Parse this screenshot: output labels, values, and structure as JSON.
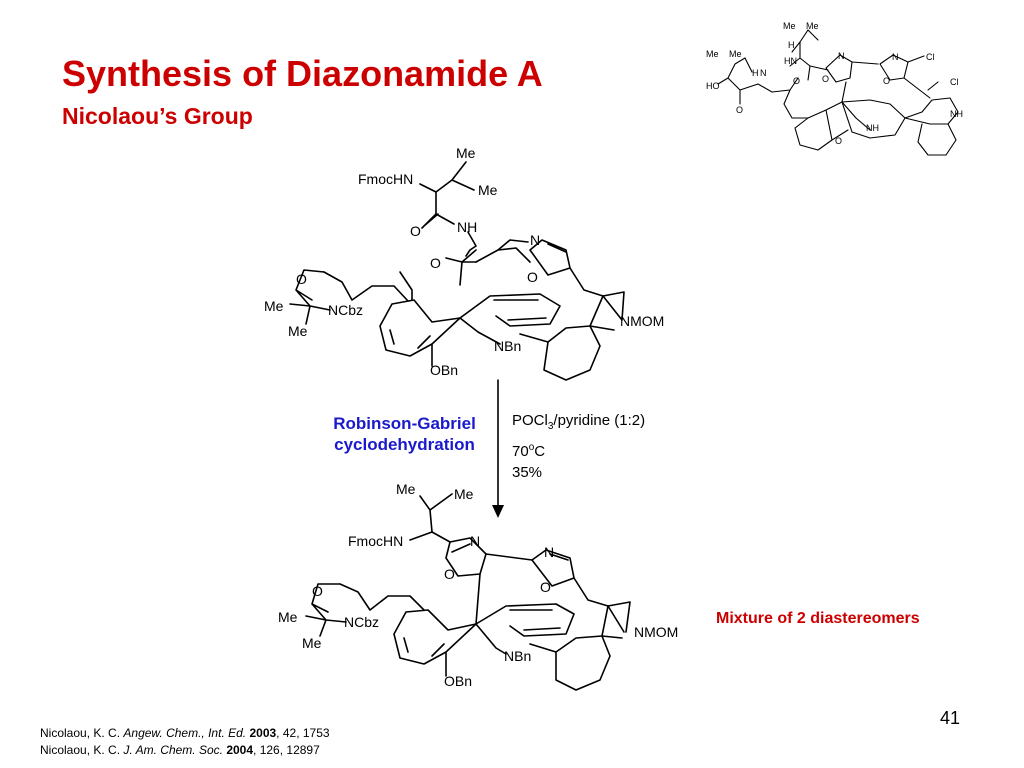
{
  "slide": {
    "title": "Synthesis of Diazonamide A",
    "subtitle": "Nicolaou’s Group",
    "page_number": "41"
  },
  "reaction": {
    "name_line1": "Robinson-Gabriel",
    "name_line2": "cyclodehydration",
    "reagent_prefix": "POCl",
    "reagent_sub": "3",
    "reagent_suffix": "/pyridine (1:2)",
    "temp_value": "70",
    "temp_sup": "o",
    "temp_unit": "C",
    "yield": "35%"
  },
  "note": "Mixture of 2 diastereomers",
  "references": [
    {
      "authors": "Nicolaou, K. C.",
      "journal": "Angew. Chem., Int. Ed.",
      "year": "2003",
      "details": ", 42, 1753"
    },
    {
      "authors": "Nicolaou, K. C.",
      "journal": "J. Am. Chem. Soc.",
      "year": "2004",
      "details": ", 126, 12897"
    }
  ],
  "structures": {
    "start": {
      "fmochn": "FmocHN",
      "me_top": "Me",
      "me_right": "Me",
      "o_amide": "O",
      "nh": "NH",
      "o_ketone": "O",
      "n_oxazole": "N",
      "o_oxazole": "O",
      "o_ring": "O",
      "me_a": "Me",
      "me_b": "Me",
      "ncbz": "NCbz",
      "nbn": "NBn",
      "obn": "OBn",
      "nmom": "NMOM"
    },
    "product": {
      "fmochn": "FmocHN",
      "me_left": "Me",
      "me_right": "Me",
      "n_ox1": "N",
      "o_ox1": "O",
      "n_ox2": "N",
      "o_ox2": "O",
      "o_ring": "O",
      "me_a": "Me",
      "me_b": "Me",
      "ncbz": "NCbz",
      "nbn": "NBn",
      "obn": "OBn",
      "nmom": "NMOM"
    },
    "target": {
      "me1": "Me",
      "me2": "Me",
      "me3": "Me",
      "me4": "Me",
      "h": "H",
      "hn": "HN",
      "n1": "N",
      "o1": "O",
      "n2": "N",
      "o2": "O",
      "cl1": "Cl",
      "cl2": "Cl",
      "ho": "HO",
      "h2": "H",
      "n3": "N",
      "o3": "O",
      "o4": "O",
      "o5": "O",
      "nh1": "NH",
      "nh2": "NH"
    }
  }
}
